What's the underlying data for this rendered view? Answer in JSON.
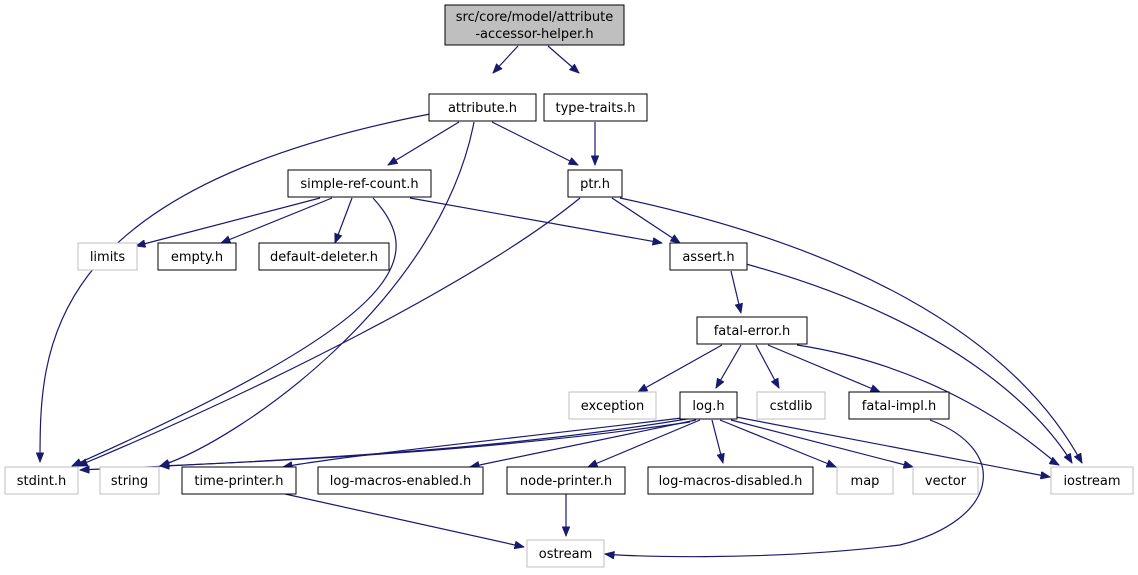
{
  "colors": {
    "edge": "#191970",
    "node_border": "#000000",
    "system_border": "#bfbfbf",
    "root_fill": "#bfbfbf",
    "node_fill": "#ffffff",
    "text": "#000000",
    "background": "#ffffff"
  },
  "nodes": [
    {
      "id": "root",
      "label": [
        "src/core/model/attribute",
        "-accessor-helper.h"
      ],
      "kind": "root"
    },
    {
      "id": "attribute",
      "label": [
        "attribute.h"
      ],
      "kind": "local"
    },
    {
      "id": "typetraits",
      "label": [
        "type-traits.h"
      ],
      "kind": "local"
    },
    {
      "id": "srefcount",
      "label": [
        "simple-ref-count.h"
      ],
      "kind": "local"
    },
    {
      "id": "ptr",
      "label": [
        "ptr.h"
      ],
      "kind": "local"
    },
    {
      "id": "limits",
      "label": [
        "limits"
      ],
      "kind": "system"
    },
    {
      "id": "empty",
      "label": [
        "empty.h"
      ],
      "kind": "local"
    },
    {
      "id": "defdeleter",
      "label": [
        "default-deleter.h"
      ],
      "kind": "local"
    },
    {
      "id": "assert",
      "label": [
        "assert.h"
      ],
      "kind": "local"
    },
    {
      "id": "fatalerror",
      "label": [
        "fatal-error.h"
      ],
      "kind": "local"
    },
    {
      "id": "exception",
      "label": [
        "exception"
      ],
      "kind": "system"
    },
    {
      "id": "log",
      "label": [
        "log.h"
      ],
      "kind": "local"
    },
    {
      "id": "cstdlib",
      "label": [
        "cstdlib"
      ],
      "kind": "system"
    },
    {
      "id": "fatalimpl",
      "label": [
        "fatal-impl.h"
      ],
      "kind": "local"
    },
    {
      "id": "stdint",
      "label": [
        "stdint.h"
      ],
      "kind": "system"
    },
    {
      "id": "string",
      "label": [
        "string"
      ],
      "kind": "system"
    },
    {
      "id": "timeprinter",
      "label": [
        "time-printer.h"
      ],
      "kind": "local"
    },
    {
      "id": "logmacen",
      "label": [
        "log-macros-enabled.h"
      ],
      "kind": "local"
    },
    {
      "id": "nodeprinter",
      "label": [
        "node-printer.h"
      ],
      "kind": "local"
    },
    {
      "id": "logmacdis",
      "label": [
        "log-macros-disabled.h"
      ],
      "kind": "local"
    },
    {
      "id": "map",
      "label": [
        "map"
      ],
      "kind": "system"
    },
    {
      "id": "vector",
      "label": [
        "vector"
      ],
      "kind": "system"
    },
    {
      "id": "iostream",
      "label": [
        "iostream"
      ],
      "kind": "system"
    },
    {
      "id": "ostream",
      "label": [
        "ostream"
      ],
      "kind": "system"
    }
  ],
  "edges": [
    {
      "from": "root",
      "to": "attribute"
    },
    {
      "from": "root",
      "to": "typetraits"
    },
    {
      "from": "attribute",
      "to": "srefcount"
    },
    {
      "from": "attribute",
      "to": "ptr"
    },
    {
      "from": "attribute",
      "to": "stdint"
    },
    {
      "from": "attribute",
      "to": "string"
    },
    {
      "from": "typetraits",
      "to": "ptr"
    },
    {
      "from": "srefcount",
      "to": "limits"
    },
    {
      "from": "srefcount",
      "to": "empty"
    },
    {
      "from": "srefcount",
      "to": "defdeleter"
    },
    {
      "from": "srefcount",
      "to": "assert"
    },
    {
      "from": "srefcount",
      "to": "stdint"
    },
    {
      "from": "ptr",
      "to": "assert"
    },
    {
      "from": "ptr",
      "to": "iostream"
    },
    {
      "from": "ptr",
      "to": "stdint"
    },
    {
      "from": "assert",
      "to": "fatalerror"
    },
    {
      "from": "assert",
      "to": "iostream"
    },
    {
      "from": "fatalerror",
      "to": "exception"
    },
    {
      "from": "fatalerror",
      "to": "log"
    },
    {
      "from": "fatalerror",
      "to": "cstdlib"
    },
    {
      "from": "fatalerror",
      "to": "fatalimpl"
    },
    {
      "from": "fatalerror",
      "to": "iostream"
    },
    {
      "from": "log",
      "to": "stdint"
    },
    {
      "from": "log",
      "to": "string"
    },
    {
      "from": "log",
      "to": "timeprinter"
    },
    {
      "from": "log",
      "to": "logmacen"
    },
    {
      "from": "log",
      "to": "nodeprinter"
    },
    {
      "from": "log",
      "to": "logmacdis"
    },
    {
      "from": "log",
      "to": "map"
    },
    {
      "from": "log",
      "to": "vector"
    },
    {
      "from": "log",
      "to": "iostream"
    },
    {
      "from": "fatalimpl",
      "to": "ostream"
    },
    {
      "from": "timeprinter",
      "to": "ostream"
    },
    {
      "from": "nodeprinter",
      "to": "ostream"
    }
  ]
}
